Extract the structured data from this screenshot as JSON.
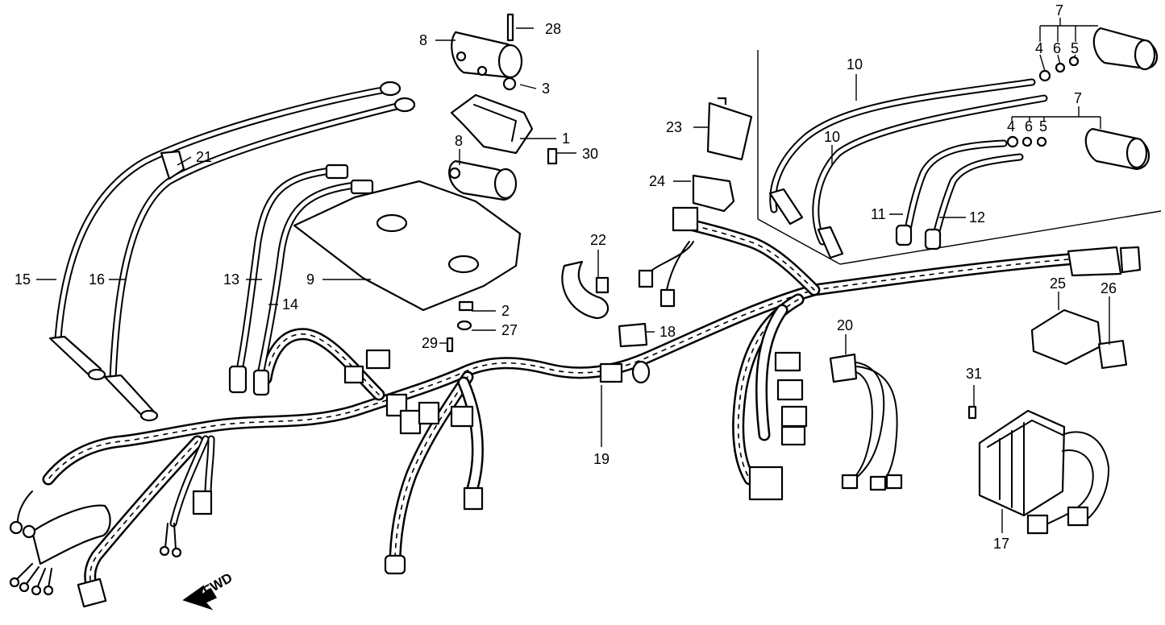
{
  "diagram": {
    "fwd_label": "FWD",
    "callouts": {
      "c1": "1",
      "c2": "2",
      "c3": "3",
      "c4a": "4",
      "c4b": "4",
      "c5a": "5",
      "c5b": "5",
      "c6a": "6",
      "c6b": "6",
      "c7a": "7",
      "c7b": "7",
      "c8a": "8",
      "c8b": "8",
      "c9": "9",
      "c10a": "10",
      "c10b": "10",
      "c11": "11",
      "c12": "12",
      "c13": "13",
      "c14": "14",
      "c15": "15",
      "c16": "16",
      "c17": "17",
      "c18": "18",
      "c19": "19",
      "c20": "20",
      "c21": "21",
      "c22": "22",
      "c23": "23",
      "c24": "24",
      "c25": "25",
      "c26": "26",
      "c27": "27",
      "c28": "28",
      "c29": "29",
      "c30": "30",
      "c31": "31"
    }
  }
}
